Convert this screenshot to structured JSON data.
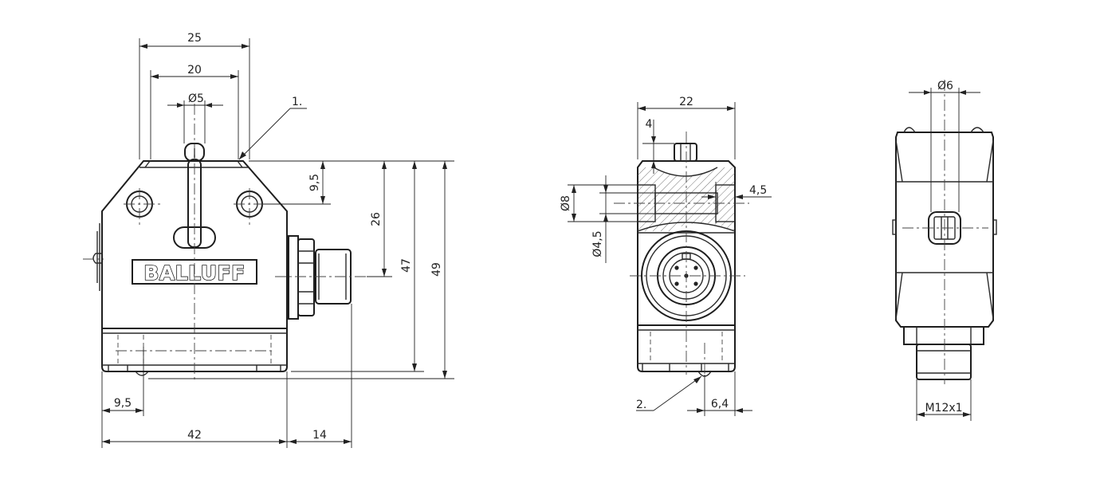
{
  "drawing": {
    "brand_logo": "BALLUFF",
    "callouts": {
      "one": "1.",
      "two": "2."
    },
    "front_view": {
      "dim_width_top": "25",
      "dim_width_mid": "20",
      "dim_plunger_dia": "Ø5",
      "dim_hole_height": "9,5",
      "dim_connector_height": "26",
      "dim_body_height": "47",
      "dim_total_height": "49",
      "dim_foot_offset": "9,5",
      "dim_body_width": "42",
      "dim_connector_length": "14"
    },
    "side_view": {
      "dim_width": "22",
      "dim_top": "4",
      "dim_hole_outer_dia": "Ø8",
      "dim_hole_inner_dia": "Ø4,5",
      "dim_hole_depth": "4,5",
      "dim_foot": "6,4"
    },
    "top_view": {
      "dim_dia": "Ø6",
      "dim_thread": "M12x1"
    }
  },
  "colors": {
    "line": "#1e1e1e",
    "background": "#ffffff"
  }
}
